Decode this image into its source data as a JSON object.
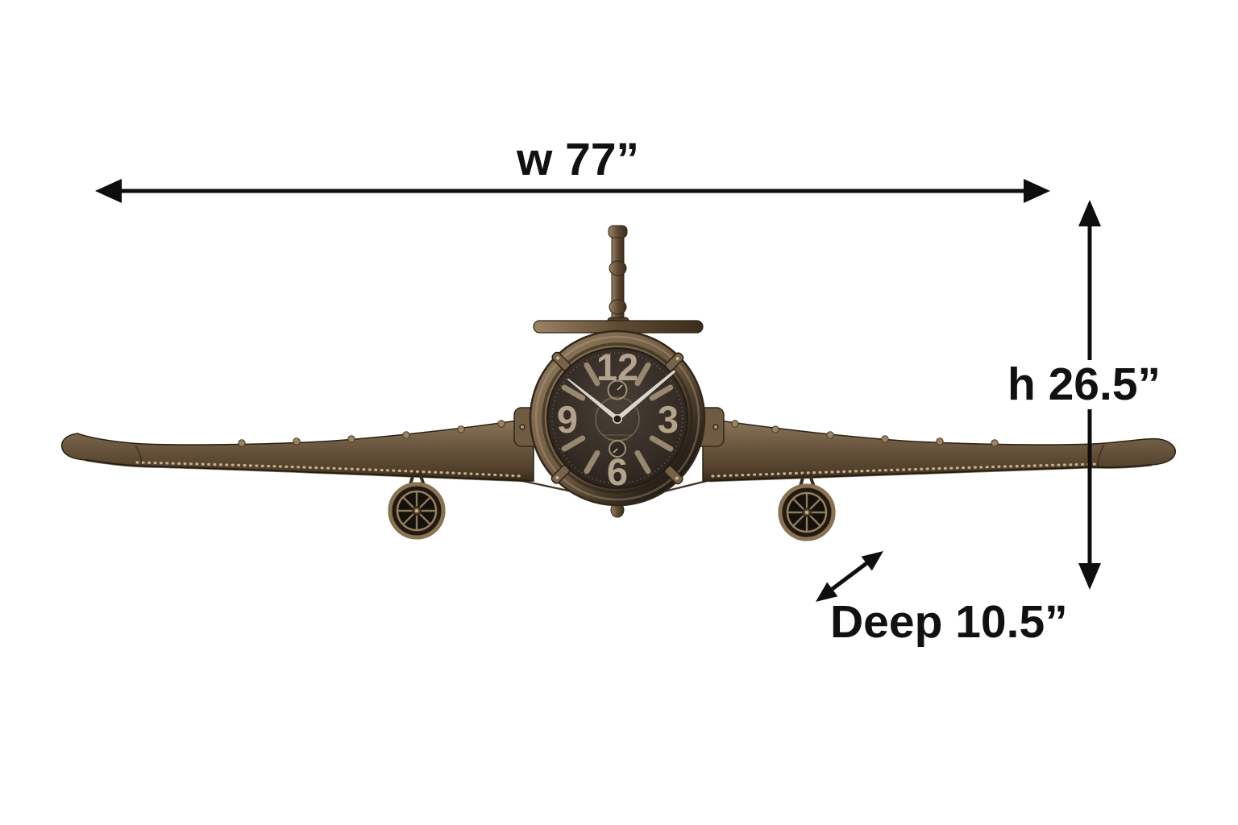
{
  "diagram": {
    "type": "product-dimension-diagram",
    "background": "#ffffff",
    "annotation_color": "#0e0e0e",
    "annotations": {
      "width": {
        "label": "w 77”",
        "arrow": "horizontal-double-arrow"
      },
      "height": {
        "label": "h 26.5”",
        "arrow": "vertical-double-arrow"
      },
      "depth": {
        "label": "Deep 10.5”",
        "arrow": "diagonal-double-arrow"
      }
    }
  },
  "product": {
    "kind": "vintage-airplane-wall-clock",
    "clock": {
      "numerals": {
        "twelve": "12",
        "three": "3",
        "six": "6",
        "nine": "9"
      },
      "time_shown": "10:10"
    },
    "colors": {
      "bronze_light": "#9a8465",
      "bronze_mid": "#6b573f",
      "bronze_dark": "#41321f",
      "clock_face": "#332b24",
      "numerals": "#b3a28c",
      "hands": "#dad6cc",
      "rivets": "#cdb795"
    }
  }
}
